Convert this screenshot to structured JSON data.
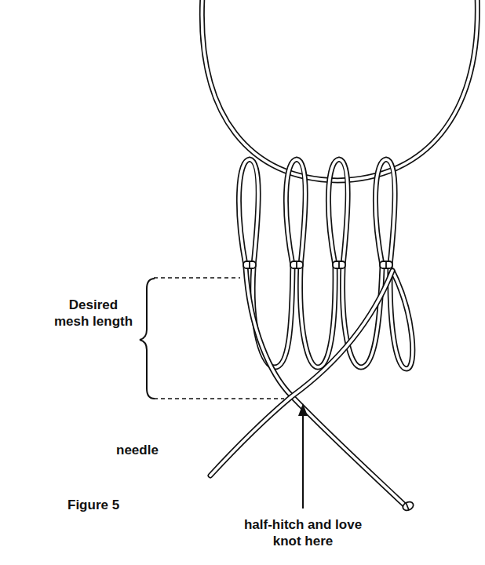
{
  "diagram": {
    "labels": [
      "Desired mesh length",
      "needle",
      "Figure 5",
      "half-hitch and love knot here"
    ]
  }
}
